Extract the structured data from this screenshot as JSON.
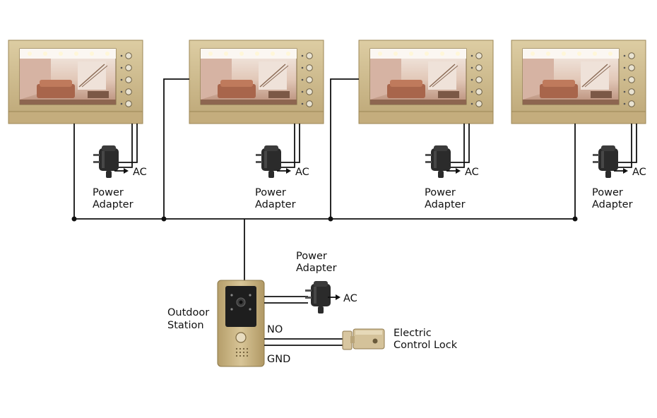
{
  "colors": {
    "frame": "#cdb98c",
    "frame_dark": "#a89260",
    "panel": "#bfa775",
    "wire": "#111111",
    "adapter": "#2b2b2b"
  },
  "monitors": [
    {
      "adapter_line1": "Power",
      "adapter_line2": "Adapter",
      "ac": "AC"
    },
    {
      "adapter_line1": "Power",
      "adapter_line2": "Adapter",
      "ac": "AC"
    },
    {
      "adapter_line1": "Power",
      "adapter_line2": "Adapter",
      "ac": "AC"
    },
    {
      "adapter_line1": "Power",
      "adapter_line2": "Adapter",
      "ac": "AC"
    }
  ],
  "outdoor": {
    "label_line1": "Outdoor",
    "label_line2": "Station",
    "adapter_line1": "Power",
    "adapter_line2": "Adapter",
    "ac": "AC",
    "no": "NO",
    "gnd": "GND"
  },
  "lock": {
    "label_line1": "Electric",
    "label_line2": "Control Lock"
  }
}
